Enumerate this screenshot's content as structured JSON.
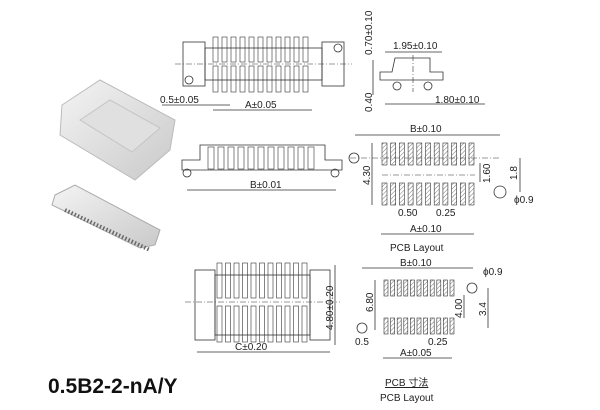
{
  "title": "0.5B2-2-nA/Y",
  "top_view": {
    "pitch": "0.5±0.05",
    "a_dim": "A±0.05"
  },
  "side_view": {
    "b_dim": "B±0.01"
  },
  "end_view": {
    "height": "0.70±0.10",
    "width_top": "1.95±0.10",
    "standoff": "0.40",
    "width_bottom": "1.80±0.10"
  },
  "pcb_layout_1": {
    "b_dim": "B±0.10",
    "height": "4.30",
    "row_gap": "1.60",
    "hole_offset": "1.8",
    "hole_dia": "ϕ0.9",
    "pitch": "0.50",
    "pad_width": "0.25",
    "a_dim": "A±0.10",
    "caption": "PCB Layout"
  },
  "bottom_view": {
    "c_dim": "C±0.20",
    "height": "4.80±0.20"
  },
  "pcb_layout_2": {
    "b_dim": "B±0.10",
    "hole_dia": "ϕ0.9",
    "height": "6.80",
    "row_span": "4.00",
    "hole_offset": "3.4",
    "pitch": "0.5",
    "pad_width": "0.25",
    "a_dim": "A±0.05",
    "caption_jp": "PCB 寸法",
    "caption": "PCB Layout"
  }
}
